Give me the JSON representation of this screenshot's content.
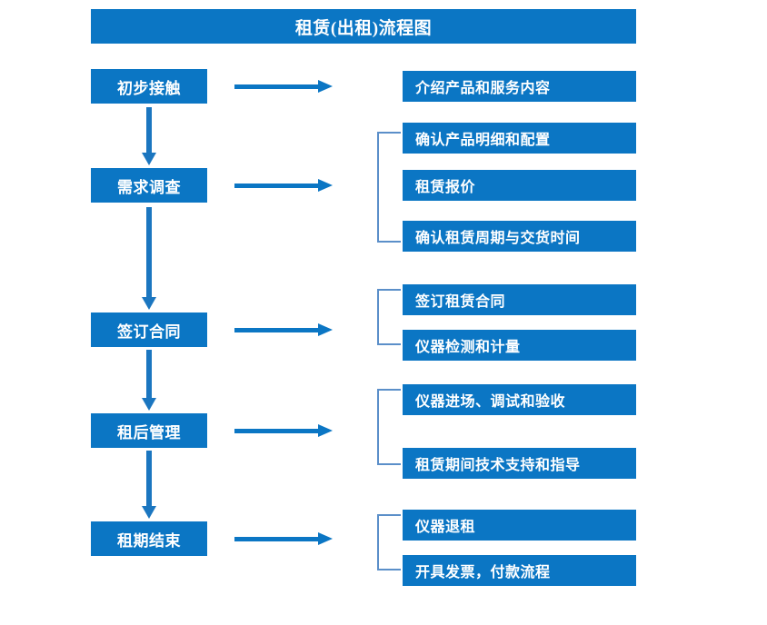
{
  "diagram": {
    "title": "租赁(出租)流程图",
    "colors": {
      "box_blue": "#0b76c4",
      "arrow_blue": "#1b76c0",
      "bracket_blue": "#5b8fc9",
      "text_white": "#ffffff",
      "background": "#ffffff"
    },
    "stages": [
      {
        "label": "初步接触"
      },
      {
        "label": "需求调查"
      },
      {
        "label": "签订合同"
      },
      {
        "label": "租后管理"
      },
      {
        "label": "租期结束"
      }
    ],
    "details": [
      {
        "label": "介绍产品和服务内容"
      },
      {
        "label": "确认产品明细和配置"
      },
      {
        "label": "租赁报价"
      },
      {
        "label": "确认租赁周期与交货时间"
      },
      {
        "label": "签订租赁合同"
      },
      {
        "label": "仪器检测和计量"
      },
      {
        "label": "仪器进场、调试和验收"
      },
      {
        "label": "租赁期间技术支持和指导"
      },
      {
        "label": "仪器退租"
      },
      {
        "label": "开具发票，付款流程"
      }
    ]
  }
}
